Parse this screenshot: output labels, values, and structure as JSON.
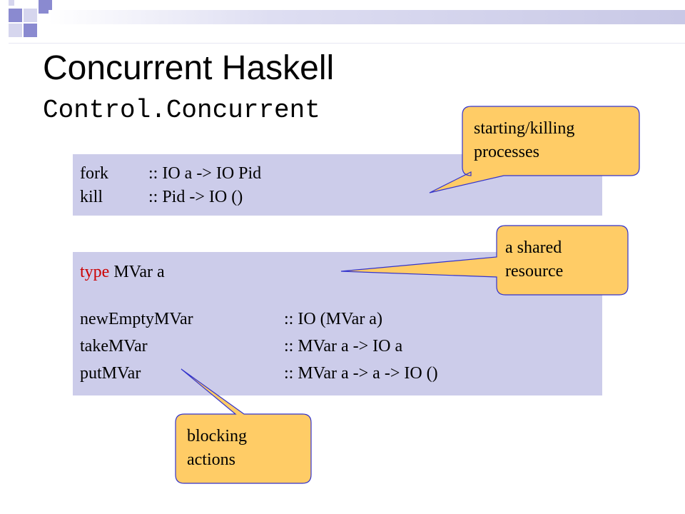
{
  "slide": {
    "title": "Concurrent Haskell",
    "subtitle": "Control.Concurrent"
  },
  "box1": {
    "rows": [
      {
        "name": "fork",
        "type": ":: IO a -> IO Pid"
      },
      {
        "name": "kill",
        "type": ":: Pid -> IO ()"
      }
    ]
  },
  "box2": {
    "type_keyword": "type",
    "type_decl": "MVar a",
    "rows": [
      {
        "name": "newEmptyMVar",
        "type": ":: IO (MVar a)"
      },
      {
        "name": "takeMVar",
        "type": ":: MVar a -> IO a"
      },
      {
        "name": "putMVar",
        "type": ":: MVar a -> a -> IO ()"
      }
    ]
  },
  "callouts": {
    "processes": {
      "line1": "starting/killing",
      "line2": "processes"
    },
    "resource": {
      "line1": "a shared",
      "line2": "resource"
    },
    "blocking": {
      "line1": "blocking",
      "line2": "actions"
    }
  },
  "colors": {
    "callout_fill": "#ffcc66",
    "callout_stroke": "#3333cc",
    "code_background": "#ccccea",
    "keyword": "#cc0000"
  }
}
